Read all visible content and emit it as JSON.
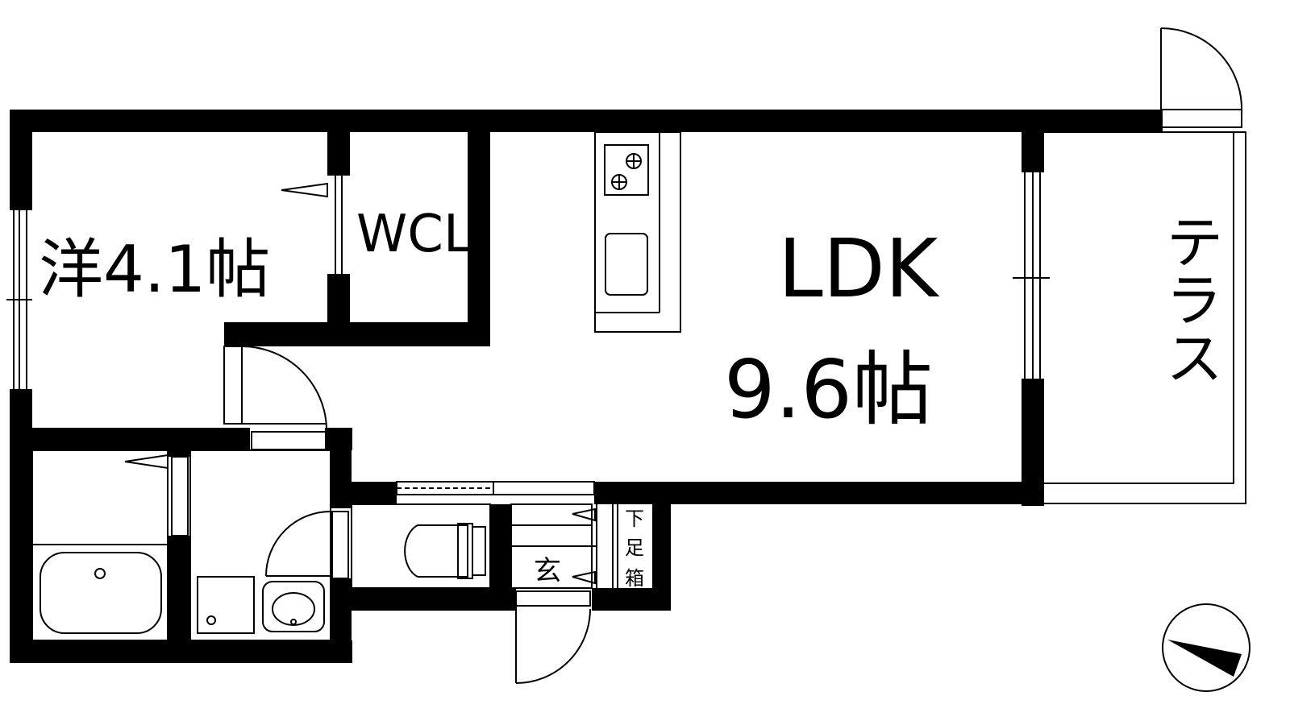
{
  "rooms": {
    "western_room": "洋4.1帖",
    "walk_in_closet": "WCL",
    "ldk_name": "LDK",
    "ldk_size": "9.6帖",
    "terrace": "テラス",
    "entrance": "玄",
    "shoe_box": [
      "下",
      "足",
      "箱"
    ]
  },
  "colors": {
    "wall": "#000000",
    "line": "#000000",
    "background": "#ffffff"
  }
}
